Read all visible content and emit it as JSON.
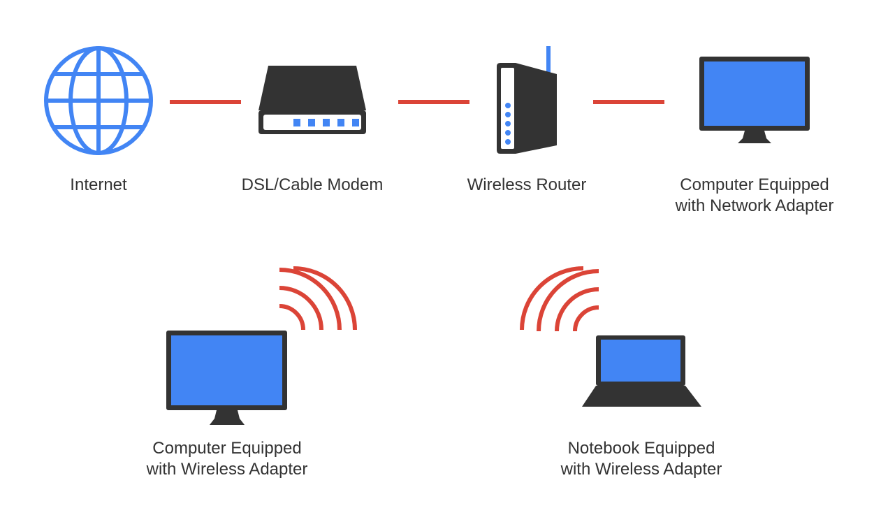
{
  "colors": {
    "device_dark": "#333333",
    "screen_blue": "#4285f4",
    "wired_link": "#db4437",
    "wireless_signal": "#db4437",
    "label_text": "#333333",
    "background": "#ffffff"
  },
  "nodes": {
    "internet": {
      "icon": "globe-icon",
      "label": "Internet"
    },
    "modem": {
      "icon": "modem-icon",
      "label": "DSL/Cable Modem"
    },
    "router": {
      "icon": "router-icon",
      "label": "Wireless Router"
    },
    "wired_computer": {
      "icon": "desktop-computer-icon",
      "label_line1": "Computer Equipped",
      "label_line2": "with Network Adapter"
    },
    "wireless_computer": {
      "icon": "desktop-computer-icon",
      "label_line1": "Computer Equipped",
      "label_line2": "with Wireless Adapter"
    },
    "notebook": {
      "icon": "laptop-icon",
      "label_line1": "Notebook Equipped",
      "label_line2": "with Wireless Adapter"
    }
  },
  "links": [
    {
      "from": "internet",
      "to": "modem",
      "type": "wired"
    },
    {
      "from": "modem",
      "to": "router",
      "type": "wired"
    },
    {
      "from": "router",
      "to": "wired_computer",
      "type": "wired"
    },
    {
      "from": "wireless_computer",
      "to": "router",
      "type": "wireless"
    },
    {
      "from": "notebook",
      "to": "router",
      "type": "wireless"
    }
  ]
}
